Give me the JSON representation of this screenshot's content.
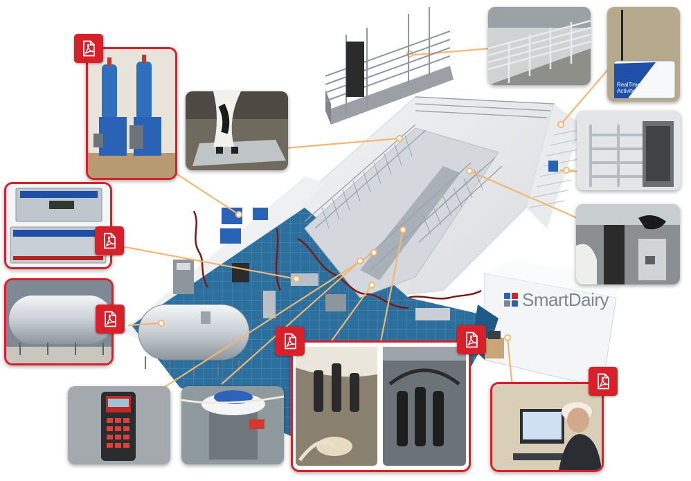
{
  "brand": {
    "name": "SmartDairy"
  },
  "sensor_box": {
    "label_line1": "RealTime",
    "label_line2": "Activity"
  },
  "icons": [
    "pdf-icon",
    "smartdairy-logo-icon"
  ],
  "colors": {
    "frame_red": "#d8202a",
    "callout_line": "#f3b673",
    "floor_blue": "#2c6e9c",
    "wall_grey": "#e6e8ea",
    "equipment_blue": "#2a63b5",
    "steel": "#b9c0c7"
  }
}
